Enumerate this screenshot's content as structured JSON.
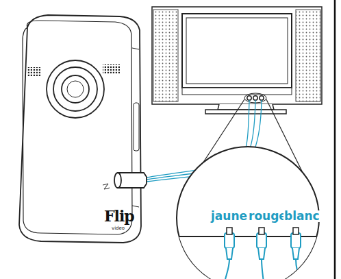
{
  "diagram": {
    "labels": [
      "Flip",
      "video",
      "jaune",
      "rouge",
      "blanc"
    ]
  }
}
